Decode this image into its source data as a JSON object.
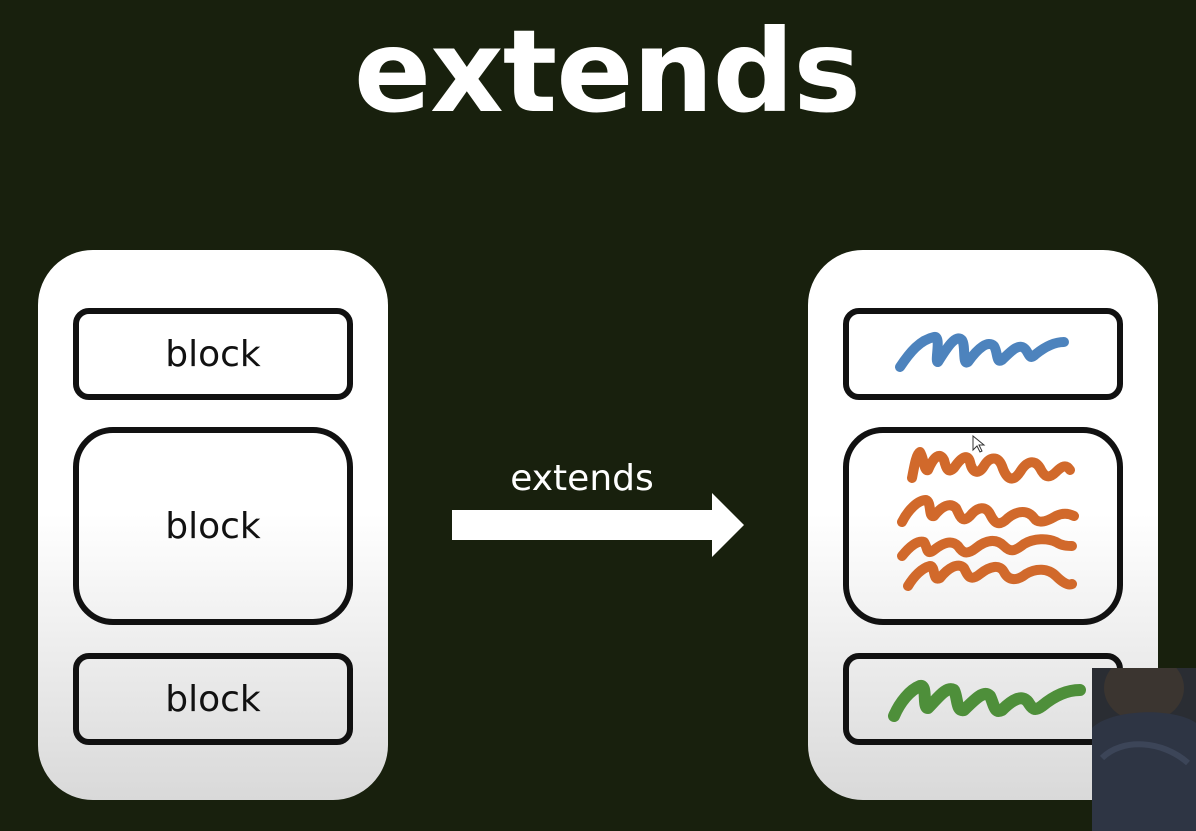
{
  "title": "extends",
  "left_page": {
    "blocks": [
      "block",
      "block",
      "block"
    ]
  },
  "arrow": {
    "label": "extends"
  },
  "colors": {
    "background": "#18200d",
    "scribble_top": "#4d83bd",
    "scribble_middle": "#d1692b",
    "scribble_bottom": "#4e8f3a"
  },
  "icons": {
    "cursor": "cursor-icon",
    "webcam": "person-webcam-overlay"
  }
}
